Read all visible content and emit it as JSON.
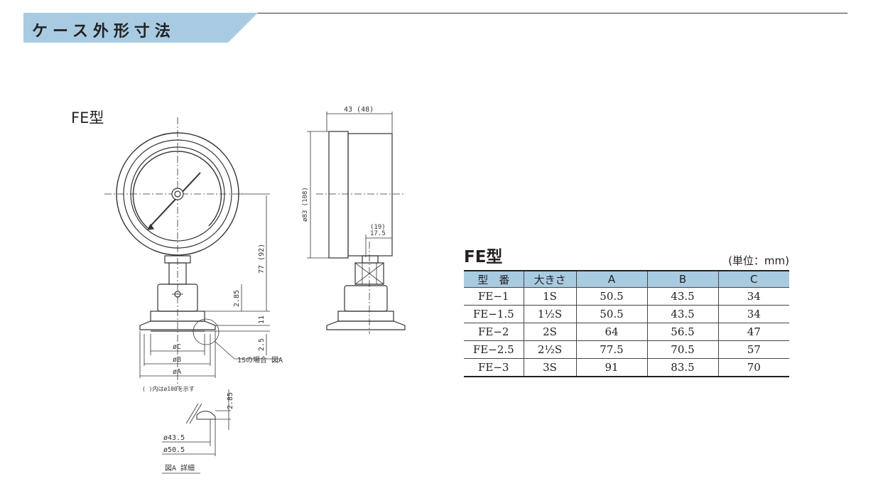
{
  "section": {
    "title": "ケース外形寸法",
    "accent_color": "#a9cbe2"
  },
  "drawing": {
    "title": "FE型",
    "labels": {
      "depth": "43 (48)",
      "diameter": "ø83 (108)",
      "height": "77 (92)",
      "dim_19": "(19)",
      "dim_17_5": "17.5",
      "dim_2_85": "2.85",
      "dim_11": "11",
      "dim_2_5": "2.5",
      "phi_c": "øC",
      "phi_b": "øB",
      "phi_a": "øA",
      "callout": "1Sの場合 図A",
      "note": "(     )内はø100を示す",
      "detail_2_85": "2.85",
      "detail_43_5": "ø43.5",
      "detail_50_5": "ø50.5",
      "detail_caption": "図A 詳細"
    }
  },
  "table": {
    "title": "FE型",
    "unit": "(単位：mm)",
    "columns": [
      "型　番",
      "大きさ",
      "A",
      "B",
      "C"
    ],
    "rows": [
      [
        "FE−1",
        "1S",
        "50.5",
        "43.5",
        "34"
      ],
      [
        "FE−1.5",
        "1½S",
        "50.5",
        "43.5",
        "34"
      ],
      [
        "FE−2",
        "2S",
        "64",
        "56.5",
        "47"
      ],
      [
        "FE−2.5",
        "2½S",
        "77.5",
        "70.5",
        "57"
      ],
      [
        "FE−3",
        "3S",
        "91",
        "83.5",
        "70"
      ]
    ]
  }
}
